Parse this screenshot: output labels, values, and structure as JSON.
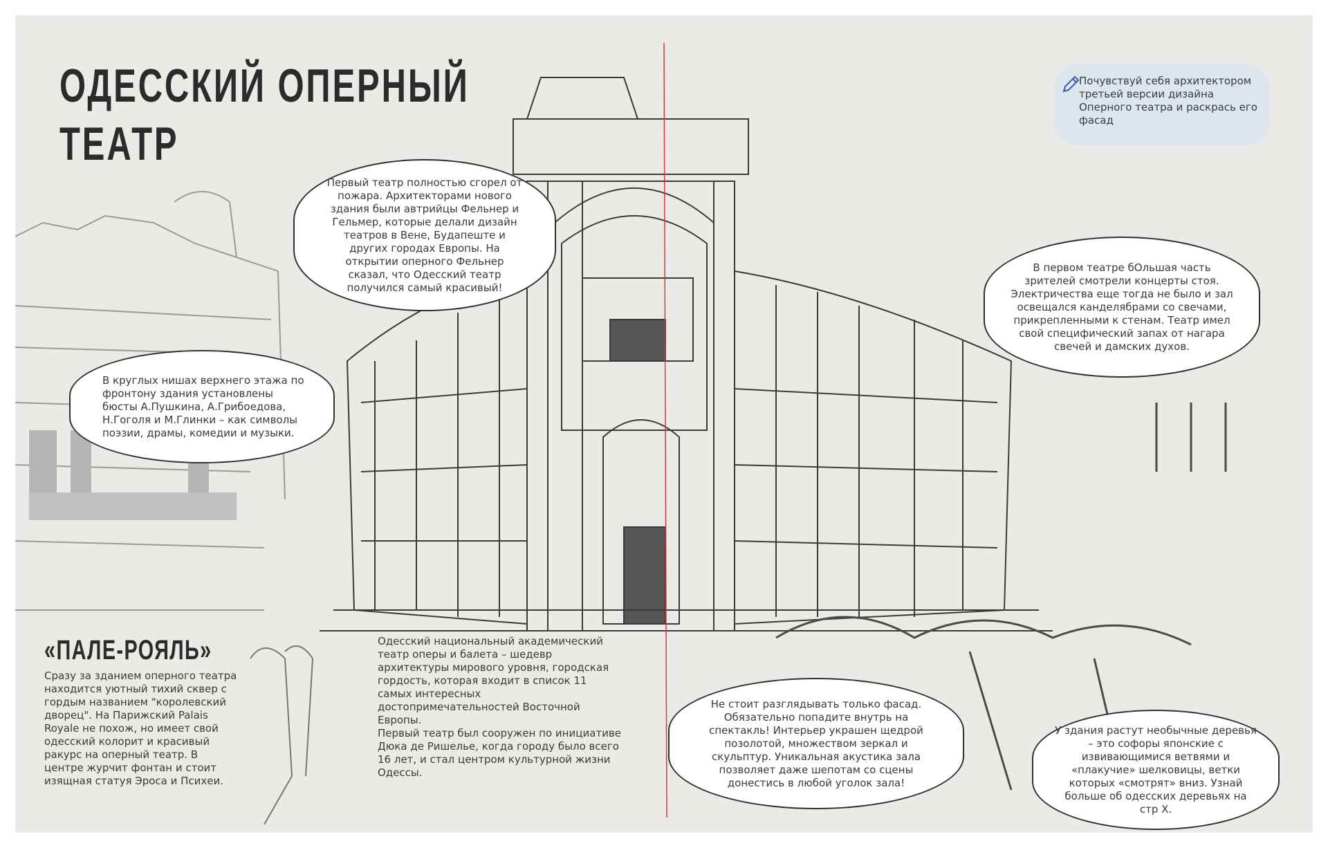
{
  "title_line1": "Одесский оперный",
  "title_line2": "театр",
  "note": "Почувствуй себя архитектором третьей версии дизайна Оперного театра и раскрась его фасад",
  "bubble_fire": "Первый театр полностью сгорел от пожара. Архитекторами нового здания были автрийцы Фельнер и Гельмер, которые делали дизайн театров в Вене, Будапеште и других городах Европы. На открытии оперного Фельнер сказал, что Одесский театр получился самый красивый!",
  "bubble_busts": "В круглых нишах верхнего этажа по фронтону здания установлены бюсты А.Пушкина, А.Грибоедова, Н.Гоголя и М.Глинки – как символы поэзии, драмы, комедии и музыки.",
  "bubble_first_theatre": "В первом театре бОльшая часть зрителей смотрели концерты стоя. Электричества еще тогда не было и зал освещался канделябрами со свечами, прикрепленными к стенам. Театр имел свой специфический запах от нагара свечей и дамских духов.",
  "bubble_inside": "Не стоит разглядывать только фасад. Обязательно попадите внутрь на спектакль! Интерьер украшен щедрой позолотой, множеством зеркал и скульптур. Уникальная акустика зала позволяет даже шепотам со сцены донестись в любой уголок зала!",
  "bubble_trees": "У здания растут необычные деревья – это софоры японские с извивающимися ветвями и «плакучие» шелковицы, ветки которых «смотрят» вниз. Узнай больше об одесских деревьях на стр X.",
  "main_text": "Одесский национальный академический театр оперы и балета – шедевр архитектуры мирового уровня, городская гордость, которая входит в список 11 самых интересных достопримечательностей Восточной Европы.\nПервый театр был сооружен по инициативе Дюка де Ришелье, когда городу было всего 16 лет, и стал центром культурной жизни Одессы.",
  "palais_title": "«Пале-рояль»",
  "palais_text": "Сразу за зданием оперного театра находится уютный тихий сквер с гордым названием \"королевский дворец\". На Парижский Palais Royale не похож, но имеет свой одесский колорит и красивый ракурс на оперный театр. В центре журчит фонтан и стоит изящная статуя Эроса и Психеи.",
  "colors": {
    "page": "#eceae6",
    "ink": "#2f2f2f",
    "note": "#dde6ef",
    "fold_line": "#d23a3a"
  }
}
